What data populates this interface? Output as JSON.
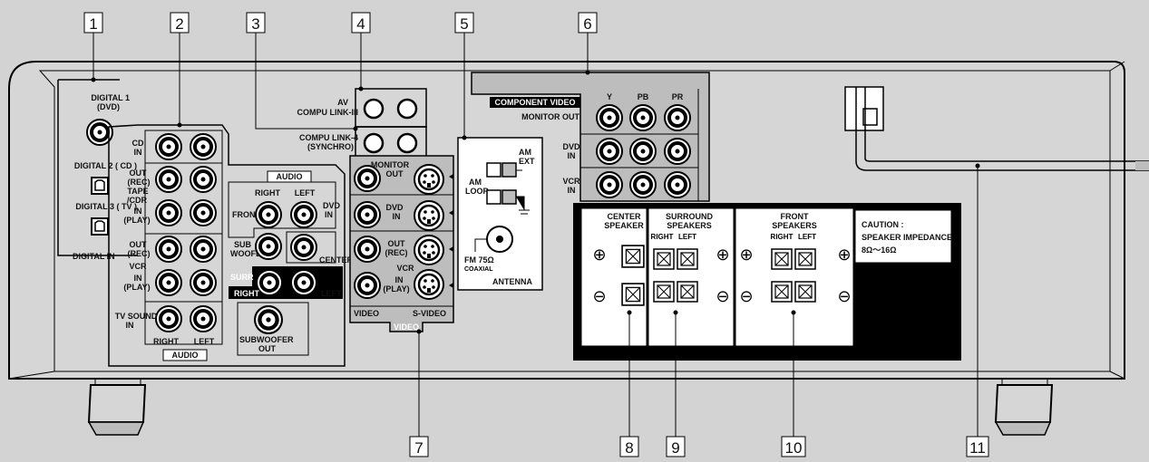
{
  "callouts": [
    "1",
    "2",
    "3",
    "4",
    "5",
    "6",
    "7",
    "8",
    "9",
    "10",
    "11"
  ],
  "digital": {
    "d1_line1": "DIGITAL 1",
    "d1_line2": "(DVD)",
    "d2": "DIGITAL 2 ( CD )",
    "d3": "DIGITAL 3 ( TV )",
    "digital_in": "DIGITAL IN"
  },
  "audio": {
    "cd_in_1": "CD",
    "cd_in_2": "IN",
    "out_rec_1": "OUT",
    "out_rec_2": "(REC)",
    "tape_1": "TAPE",
    "tape_2": "/CDR",
    "in_play_1": "IN",
    "in_play_2": "(PLAY)",
    "vcr": "VCR",
    "tv_sound_1": "TV SOUND",
    "tv_sound_2": "IN",
    "right": "RIGHT",
    "left": "LEFT",
    "audio_label": "AUDIO",
    "audio_label_top": "AUDIO",
    "front": "FRONT",
    "sub_1": "SUB",
    "sub_2": "WOOFER",
    "surr": "SURR",
    "dvd_1": "DVD",
    "dvd_2": "IN",
    "center": "CENTER",
    "subwoofer_out_1": "SUBWOOFER",
    "subwoofer_out_2": "OUT"
  },
  "compulink": {
    "av_1": "AV",
    "av_2": "COMPU LINK-III",
    "cl4_1": "COMPU LINK-4",
    "cl4_2": "(SYNCHRO)"
  },
  "video": {
    "monitor_1": "MONITOR",
    "monitor_2": "OUT",
    "dvd_1": "DVD",
    "dvd_2": "IN",
    "out_1": "OUT",
    "out_2": "(REC)",
    "vcr": "VCR",
    "in_1": "IN",
    "in_2": "(PLAY)",
    "video": "VIDEO",
    "svideo": "S-VIDEO",
    "section": "VIDEO"
  },
  "antenna": {
    "am_ext_1": "AM",
    "am_ext_2": "EXT",
    "am_loop_1": "AM",
    "am_loop_2": "LOOP",
    "fm_1": "FM 75Ω",
    "fm_2": "COAXIAL",
    "antenna": "ANTENNA"
  },
  "component": {
    "title": "COMPONENT VIDEO",
    "y": "Y",
    "pb": "PB",
    "pr": "PR",
    "monitor_out": "MONITOR  OUT",
    "dvd_1": "DVD",
    "dvd_2": "IN",
    "vcr_1": "VCR",
    "vcr_2": "IN"
  },
  "speakers": {
    "center_1": "CENTER",
    "center_2": "SPEAKER",
    "surround_1": "SURROUND",
    "surround_2": "SPEAKERS",
    "front_1": "FRONT",
    "front_2": "SPEAKERS",
    "right": "RIGHT",
    "left": "LEFT",
    "plus": "⊕",
    "minus": "⊖",
    "caution_1": "CAUTION :",
    "caution_2": "SPEAKER IMPEDANCE",
    "caution_3": "8Ω～16Ω"
  }
}
